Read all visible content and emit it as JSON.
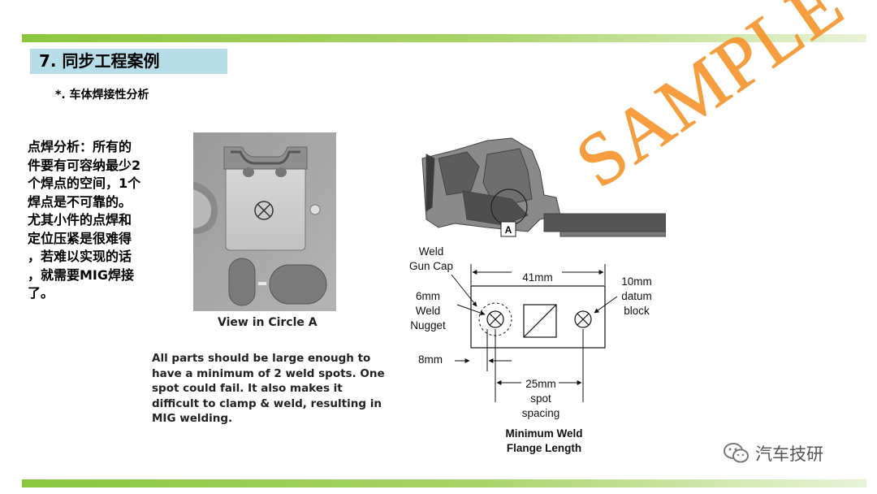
{
  "header": {
    "title": "7. 同步工程案例",
    "subtitle": "*. 车体焊接性分析"
  },
  "left_text": [
    "点焊分析：所有的",
    "件要有可容纳最少2",
    "个焊点的空间，1个",
    "焊点是不可靠的。",
    "尤其小件的点焊和",
    "定位压紧是很难得",
    "，若难以实现的话",
    "，就需要MIG焊接",
    "了。"
  ],
  "view": {
    "caption": "View in Circle A"
  },
  "english_text": [
    "All parts should be large enough to",
    "have a minimum of 2 weld spots. One",
    "spot could fail. It also makes it",
    "difficult to clamp & weld, resulting in",
    "MIG welding."
  ],
  "diagram": {
    "circle_label": "A",
    "weld_gun_cap": [
      "Weld",
      "Gun Cap"
    ],
    "nugget": [
      "6mm",
      "Weld",
      "Nugget"
    ],
    "width_41": "41mm",
    "datum": [
      "10mm",
      "datum",
      "block"
    ],
    "dim_8": "8mm",
    "spacing": [
      "25mm",
      "spot",
      "spacing"
    ],
    "caption": [
      "Minimum Weld",
      "Flange Length"
    ]
  },
  "watermark": {
    "sample": "SAMPLE",
    "brand": "汽车技研"
  },
  "colors": {
    "accent_green": "#8cc63f",
    "title_bg": "#b7dde8",
    "sample_orange": "#f68c1e"
  }
}
